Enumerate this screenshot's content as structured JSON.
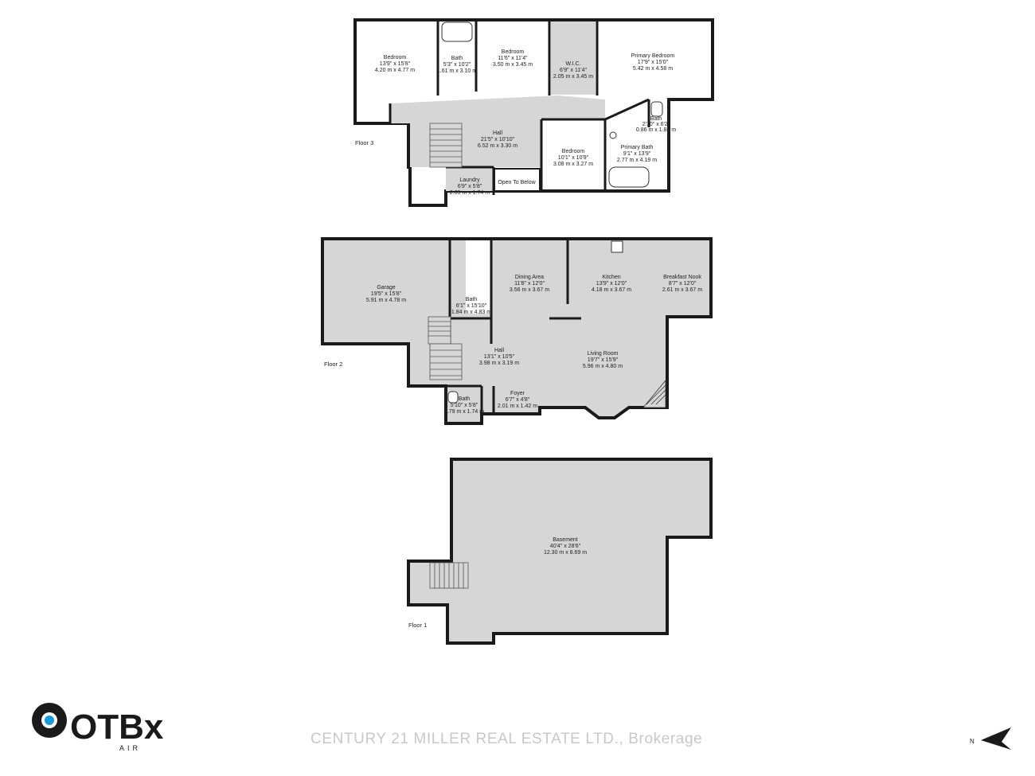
{
  "floors": [
    {
      "label": "Floor 3",
      "rooms": [
        {
          "name": "Bedroom",
          "dims_imperial": "13'9\" x 15'8\"",
          "dims_metric": "4.20 m x 4.77 m"
        },
        {
          "name": "Bath",
          "dims_imperial": "5'3\" x 10'2\"",
          "dims_metric": "1.61 m x 3.10 m"
        },
        {
          "name": "Bedroom",
          "dims_imperial": "11'6\" x 11'4\"",
          "dims_metric": "3.50 m x 3.45 m"
        },
        {
          "name": "W.I.C.",
          "dims_imperial": "6'9\" x 11'4\"",
          "dims_metric": "2.05 m x 3.45 m"
        },
        {
          "name": "Primary Bedroom",
          "dims_imperial": "17'9\" x 15'0\"",
          "dims_metric": "5.42 m x 4.58 m"
        },
        {
          "name": "Bath",
          "dims_imperial": "2'10\" x 6'2\"",
          "dims_metric": "0.86 m x 1.88 m"
        },
        {
          "name": "Hall",
          "dims_imperial": "21'5\" x 10'10\"",
          "dims_metric": "6.52 m x 3.30 m"
        },
        {
          "name": "Bedroom",
          "dims_imperial": "10'1\" x 10'9\"",
          "dims_metric": "3.08 m x 3.27 m"
        },
        {
          "name": "Primary Bath",
          "dims_imperial": "9'1\" x 13'9\"",
          "dims_metric": "2.77 m x 4.19 m"
        },
        {
          "name": "Laundry",
          "dims_imperial": "6'9\" x 5'8\"",
          "dims_metric": "2.05 m x 1.74 m"
        },
        {
          "name": "Open To Below",
          "dims_imperial": "",
          "dims_metric": ""
        }
      ]
    },
    {
      "label": "Floor 2",
      "rooms": [
        {
          "name": "Garage",
          "dims_imperial": "19'5\" x 15'8\"",
          "dims_metric": "5.91 m x 4.78 m"
        },
        {
          "name": "Bath",
          "dims_imperial": "6'1\" x 15'10\"",
          "dims_metric": "1.84 m x 4.83 m"
        },
        {
          "name": "Dining Area",
          "dims_imperial": "11'8\" x 12'0\"",
          "dims_metric": "3.56 m x 3.67 m"
        },
        {
          "name": "Kitchen",
          "dims_imperial": "13'9\" x 12'0\"",
          "dims_metric": "4.18 m x 3.67 m"
        },
        {
          "name": "Breakfast Nook",
          "dims_imperial": "8'7\" x 12'0\"",
          "dims_metric": "2.61 m x 3.67 m"
        },
        {
          "name": "Hall",
          "dims_imperial": "13'1\" x 10'5\"",
          "dims_metric": "3.98 m x 3.19 m"
        },
        {
          "name": "Living Room",
          "dims_imperial": "19'7\" x 15'9\"",
          "dims_metric": "5.96 m x 4.80 m"
        },
        {
          "name": "Bath",
          "dims_imperial": "5'10\" x 5'8\"",
          "dims_metric": "1.79 m x 1.74 m"
        },
        {
          "name": "Foyer",
          "dims_imperial": "6'7\" x 4'8\"",
          "dims_metric": "2.01 m x 1.42 m"
        }
      ]
    },
    {
      "label": "Floor 1",
      "rooms": [
        {
          "name": "Basement",
          "dims_imperial": "40'4\" x 28'6\"",
          "dims_metric": "12.30 m x 8.69 m"
        }
      ]
    }
  ],
  "branding": {
    "logo_text": "OTBx",
    "logo_subtext": "AIR",
    "watermark": "CENTURY 21 MILLER REAL ESTATE LTD., Brokerage",
    "compass_label": "N"
  },
  "colors": {
    "floor_fill": "#d6d6d6",
    "room_fill": "#ffffff",
    "wall": "#1a1a1a",
    "watermark": "#c8c8c8",
    "logo_accent": "#1a9bd7"
  }
}
